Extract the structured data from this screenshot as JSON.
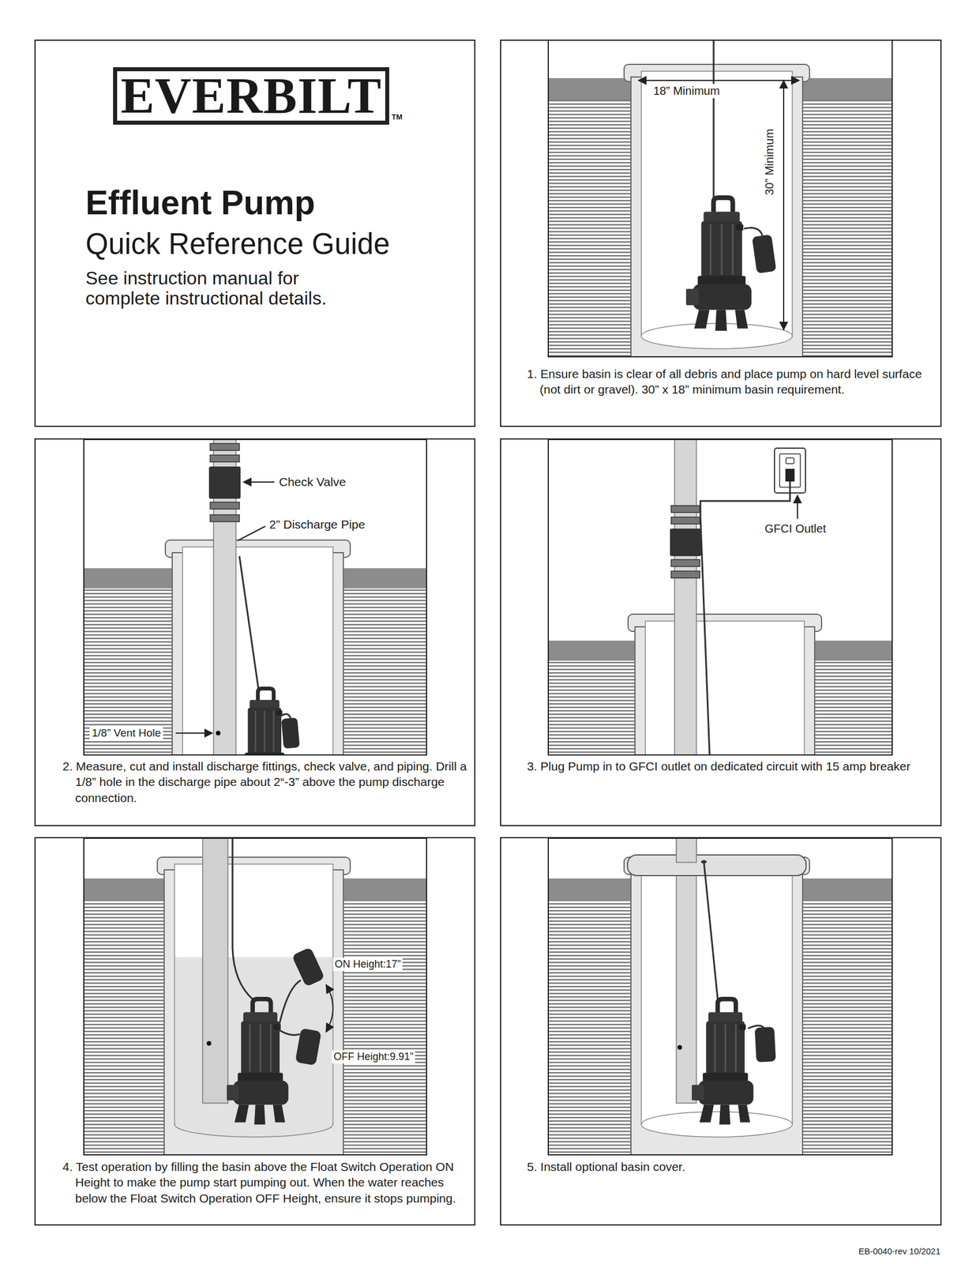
{
  "diagram": {
    "nodes": [
      {
        "text": [
          "Effluent Pump",
          "Quick Reference Guide",
          "See instruction manual for complete instructional details."
        ]
      },
      {
        "text": [
          "EVERBILT"
        ],
        "in": 0
      },
      {
        "text": [
          "1. Ensure basin is clear of all debris and place pump on hard level surface (not dirt or gravel). 30” x 18” minimum basin requirement."
        ]
      },
      {
        "text": [
          "2. Measure, cut and install discharge fittings, check valve, and piping. Drill a 1/8” hole in the discharge pipe about 2“-3” above the pump discharge connection."
        ]
      },
      {
        "text": [
          "3. Plug Pump in to GFCI outlet on dedicated circuit with 15 amp breaker"
        ]
      },
      {
        "text": [
          "4. Test operation by filling the basin above the Float Switch Operation ON Height to make the pump start pumping out. When the water reaches below the Float Switch Operation OFF Height, ensure it stops pumping."
        ]
      },
      {
        "text": [
          "5. Install optional basin cover."
        ]
      }
    ],
    "labels": [
      "TM",
      "18” Minimum",
      "30” Minimum",
      "Check Valve",
      "2” Discharge Pipe",
      "1/8” Vent Hole",
      "GFCI Outlet",
      "ON Height:17”",
      "OFF Height:9.91”",
      "EB-0040-rev 10/2021"
    ]
  }
}
